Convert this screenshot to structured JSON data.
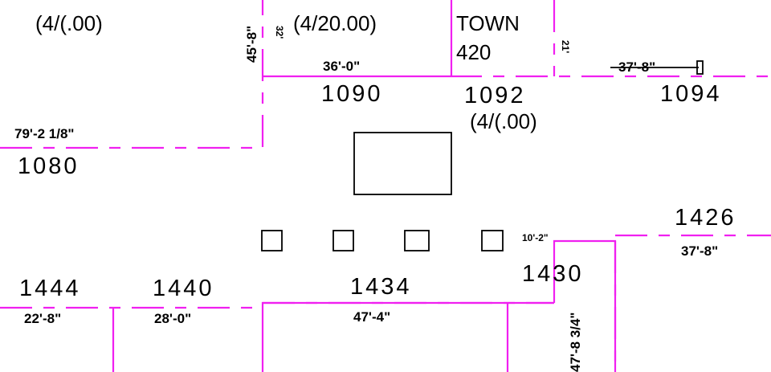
{
  "drawing": {
    "lots": {
      "lot_1080": "1080",
      "lot_1090": "1090",
      "lot_1092": "1092",
      "lot_1094": "1094",
      "lot_1444": "1444",
      "lot_1440": "1440",
      "lot_1434": "1434",
      "lot_1430": "1430",
      "lot_1426": "1426"
    },
    "dimensions": {
      "d_1080": "79'-2 1/8\"",
      "d_1090": "36'-0\"",
      "d_1094": "37'-8\"",
      "d_1444": "22'-8\"",
      "d_1440": "28'-0\"",
      "d_1434": "47'-4\"",
      "d_1426": "37'-8\"",
      "d_vert_left": "45'-8\"",
      "d_vert_top": "32'",
      "d_vert_mid": "21'",
      "d_vert_right": "47'-8 3/4\"",
      "d_small": "10'-2\""
    },
    "labels": {
      "town": "TOWN",
      "town_no": "420",
      "area_left": "(4/(.00)",
      "area_mid": "(4/20.00)",
      "area_right": "(4/(.00)"
    }
  }
}
